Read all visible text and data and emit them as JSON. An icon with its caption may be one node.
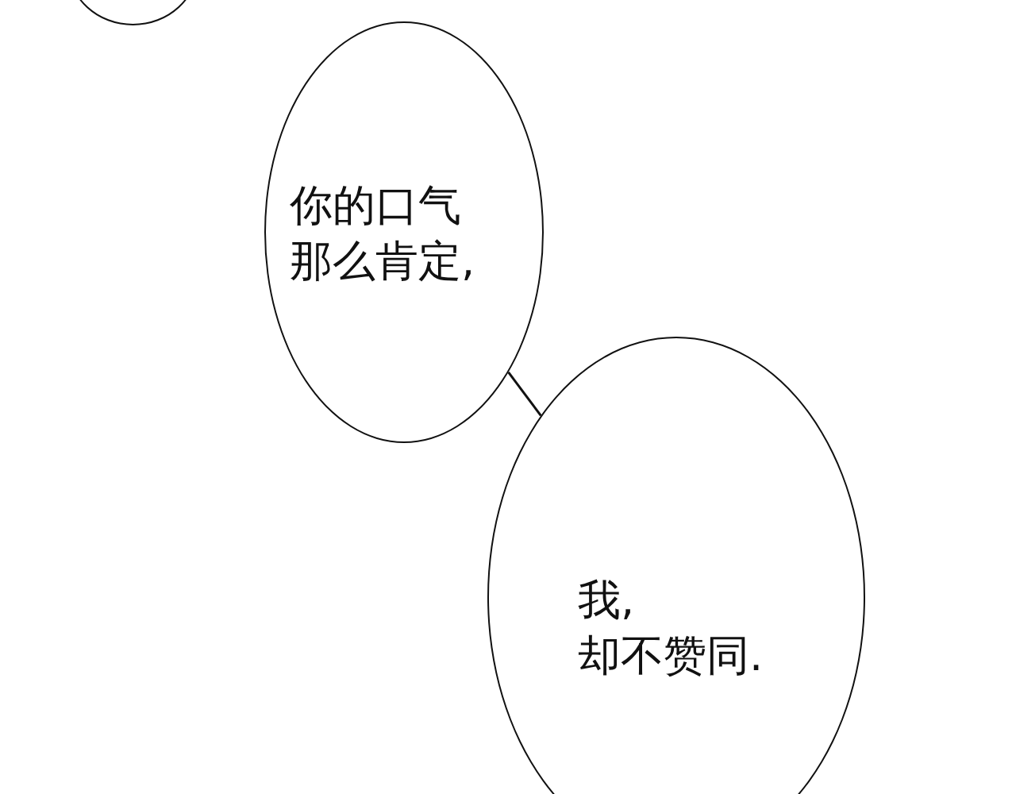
{
  "diagram": {
    "nodes": [
      {
        "text": [],
        "shape": "circle"
      },
      {
        "text": [
          "你的口气那么肯定,"
        ]
      },
      {
        "text": [
          "我,却不赞同."
        ]
      }
    ],
    "edges": [
      {
        "from": 1,
        "to": 2,
        "arrow": "none"
      }
    ]
  }
}
